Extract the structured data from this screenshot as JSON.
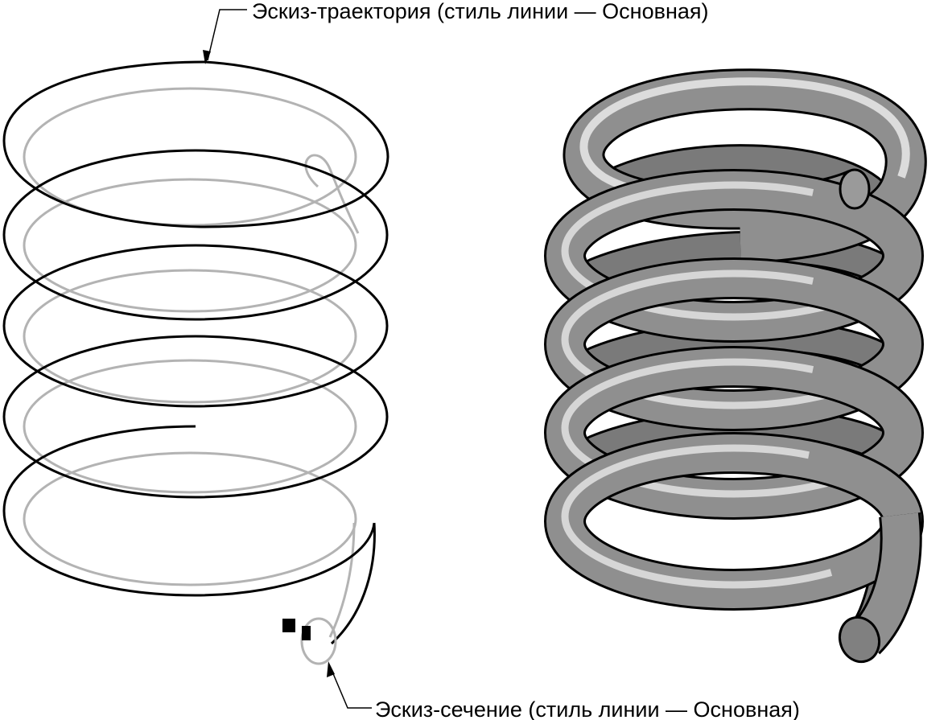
{
  "labels": {
    "trajectory": "Эскиз-траектория (стиль линии — Основная)",
    "section": "Эскиз-сечение (стиль линии — Основная)"
  },
  "colors": {
    "sketch_front": "#000000",
    "sketch_back": "#b3b3b3",
    "tube_fill": "#8a8a8a",
    "tube_outline": "#000000",
    "tube_highlight": "#d8d8d8"
  },
  "diagram": {
    "left_view": "helix sketch wireframe with section sketch",
    "right_view": "swept solid spring"
  }
}
